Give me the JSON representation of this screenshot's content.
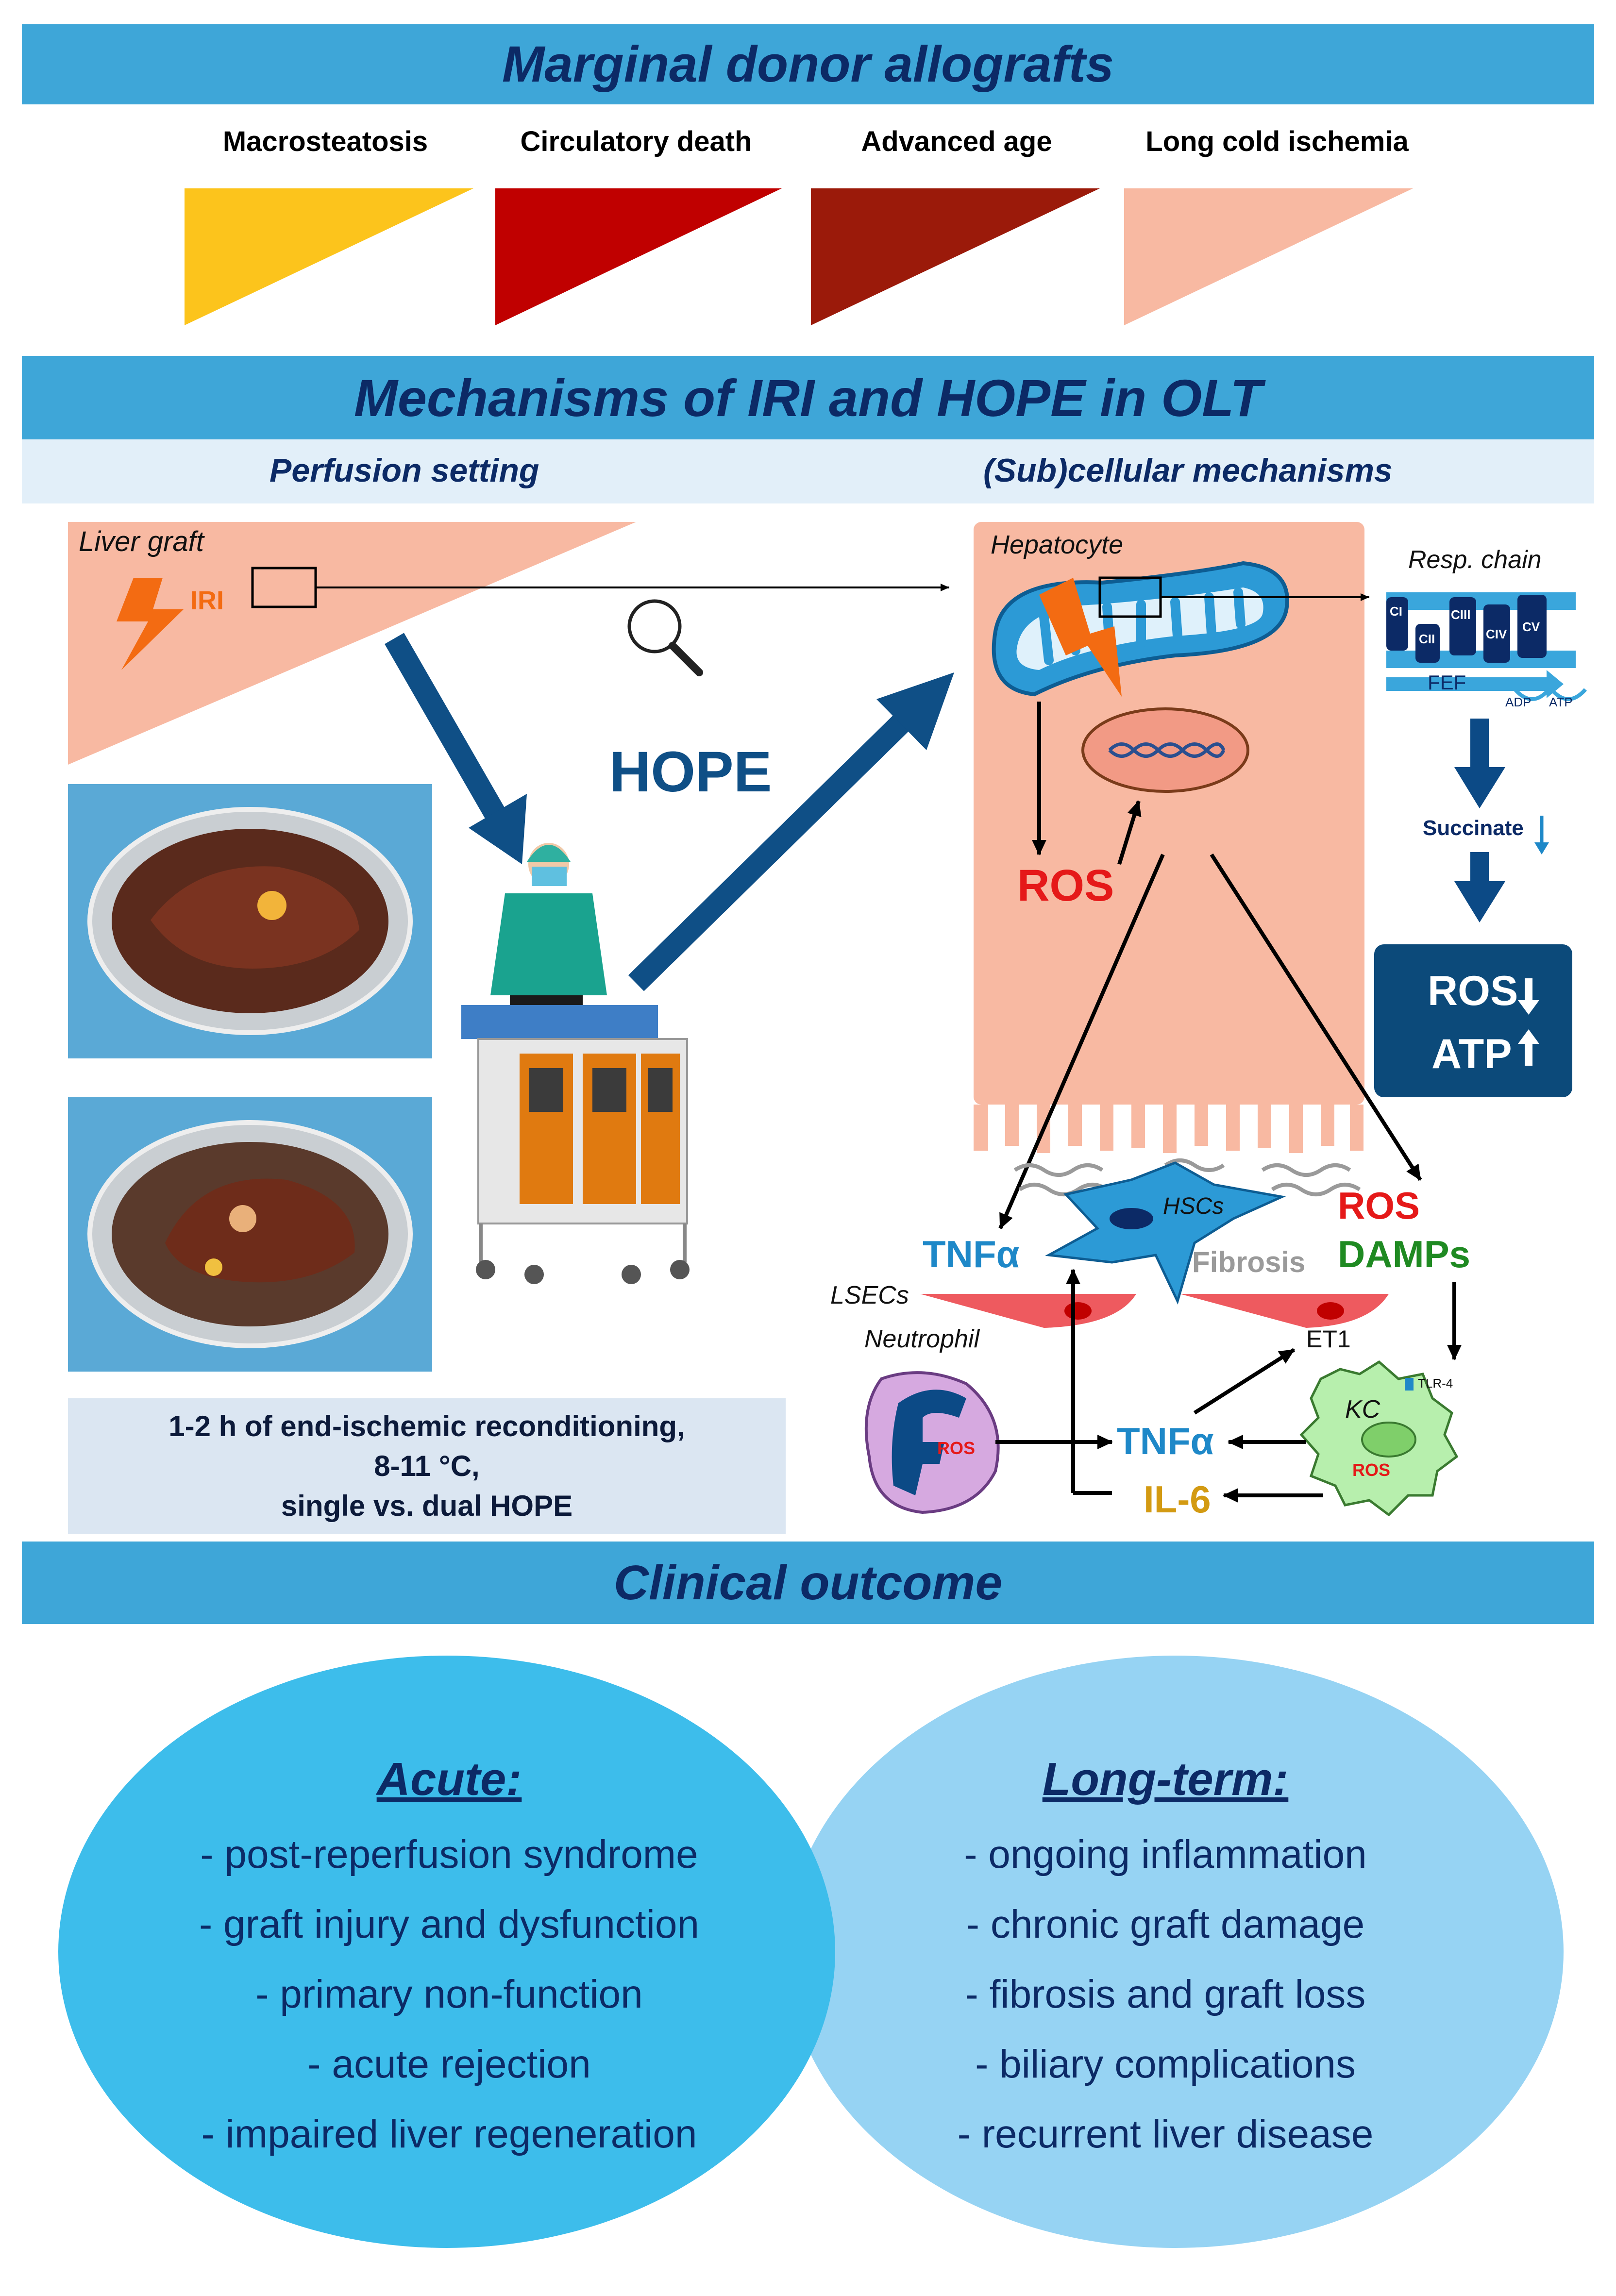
{
  "sections": {
    "donors_title": "Marginal donor allografts",
    "mechanisms_title": "Mechanisms of IRI and HOPE in OLT",
    "perfusion_title": "Perfusion setting",
    "cellular_title": "(Sub)cellular mechanisms",
    "outcome_title": "Clinical outcome"
  },
  "donor_categories": [
    {
      "label": "Macrosteatosis",
      "color": "#fcc41c"
    },
    {
      "label": "Circulatory death",
      "color": "#c00000"
    },
    {
      "label": "Advanced age",
      "color": "#9b1a0a"
    },
    {
      "label": "Long cold ischemia",
      "color": "#f8b9a2"
    }
  ],
  "perfusion": {
    "liver_graft": "Liver graft",
    "iri": "IRI",
    "hope": "HOPE",
    "caption": [
      "1-2 h of end-ischemic reconditioning,",
      "8-11 °C,",
      "single vs. dual HOPE"
    ]
  },
  "cellular": {
    "hepatocyte": "Hepatocyte",
    "resp_chain": "Resp. chain",
    "complexes": [
      "CI",
      "CII",
      "CIII",
      "CIV",
      "CV"
    ],
    "fef": "FEF",
    "adp": "ADP",
    "atp_small": "ATP",
    "succinate": "Succinate",
    "ros_main": "ROS",
    "ros_box": "ROS",
    "atp_box": "ATP",
    "hscs": "HSCs",
    "fibrosis": "Fibrosis",
    "tnfa_left": "TNFα",
    "ros_right": "ROS",
    "damps": "DAMPs",
    "lsecs": "LSECs",
    "neutrophil": "Neutrophil",
    "ros_neutrophil": "ROS",
    "et1": "ET1",
    "tlr4": "TLR-4",
    "kc": "KC",
    "ros_kc": "ROS",
    "tnfa_bottom": "TNFα",
    "il6": "IL-6"
  },
  "outcome": {
    "acute": {
      "heading": "Acute:",
      "items": [
        "- post-reperfusion syndrome",
        "- graft injury and dysfunction",
        "- primary non-function",
        "- acute rejection",
        "- impaired liver regeneration"
      ]
    },
    "longterm": {
      "heading": "Long-term:",
      "items": [
        "- ongoing inflammation",
        "- chronic graft damage",
        "- fibrosis and graft loss",
        "- biliary complications",
        "- recurrent liver disease"
      ]
    }
  },
  "colors": {
    "banner": "#3ea6d8",
    "navy": "#0c2a66",
    "arrow_blue": "#0f4f86",
    "hepatocyte": "#f8b9a2",
    "ros_red": "#e51919",
    "tnf_blue": "#1e88c8",
    "damps_green": "#1f8a22",
    "il6_gold": "#d39a12",
    "acute_ellipse": "#3dbdeb",
    "longterm_ellipse": "#96d3f3"
  }
}
